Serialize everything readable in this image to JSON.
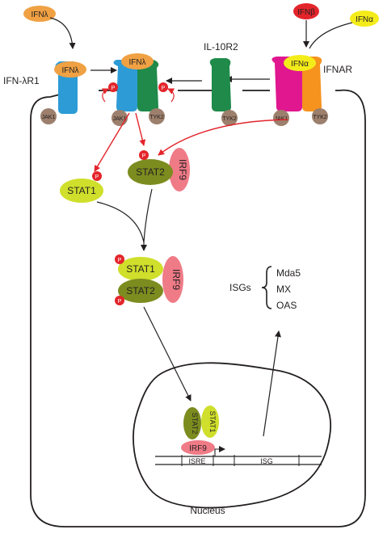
{
  "ligands": {
    "ifn_lambda_free": "IFNλ",
    "ifn_beta": "IFNβ",
    "ifn_alpha_free": "IFNα",
    "ifn_lambda_bound_left": "IFNλ",
    "ifn_lambda_bound_center": "IFNλ",
    "ifn_alpha_bound": "IFNα"
  },
  "receptors": {
    "ifn_lambda_r1": "IFN-λR1",
    "il10r2": "IL-10R2",
    "ifnar": "IFNAR"
  },
  "kinases": {
    "jak1_a": "JAK1",
    "jak1_b": "JAK1",
    "tyk2_a": "TYK2",
    "tyk2_b": "TYK2",
    "jak1_c": "JAK1",
    "tyk2_c": "TYK2"
  },
  "phospho": "P",
  "proteins": {
    "stat1": "STAT1",
    "stat2": "STAT2",
    "irf9": "IRF9",
    "isgf3_stat1": "STAT1",
    "isgf3_stat2": "STAT2",
    "isgf3_irf9": "IRF9",
    "nuc_stat2": "STAT2",
    "nuc_stat1": "STAT1",
    "nuc_irf9": "IRF9"
  },
  "dna": {
    "isre": "ISRE",
    "isg": "ISG"
  },
  "isgs": {
    "label": "ISGs",
    "items": [
      "Mda5",
      "MX",
      "OAS"
    ]
  },
  "nucleus_label": "Nucleus",
  "colors": {
    "ifn_lambda": "#f0a143",
    "ifn_beta": "#e3252b",
    "ifn_alpha": "#f4ec1a",
    "lambda_r1_blue": "#2d9bd6",
    "il10r2_green": "#1f8a4a",
    "ifnar_magenta": "#e0178f",
    "ifnar_orange": "#f6921e",
    "kinase_brown": "#9c7f6c",
    "phospho_red": "#e3252b",
    "stat1_lime": "#cfdf2b",
    "stat2_olive": "#7d8c1f",
    "irf9_pink": "#ef7b87",
    "arrow_red": "#e3252b"
  }
}
